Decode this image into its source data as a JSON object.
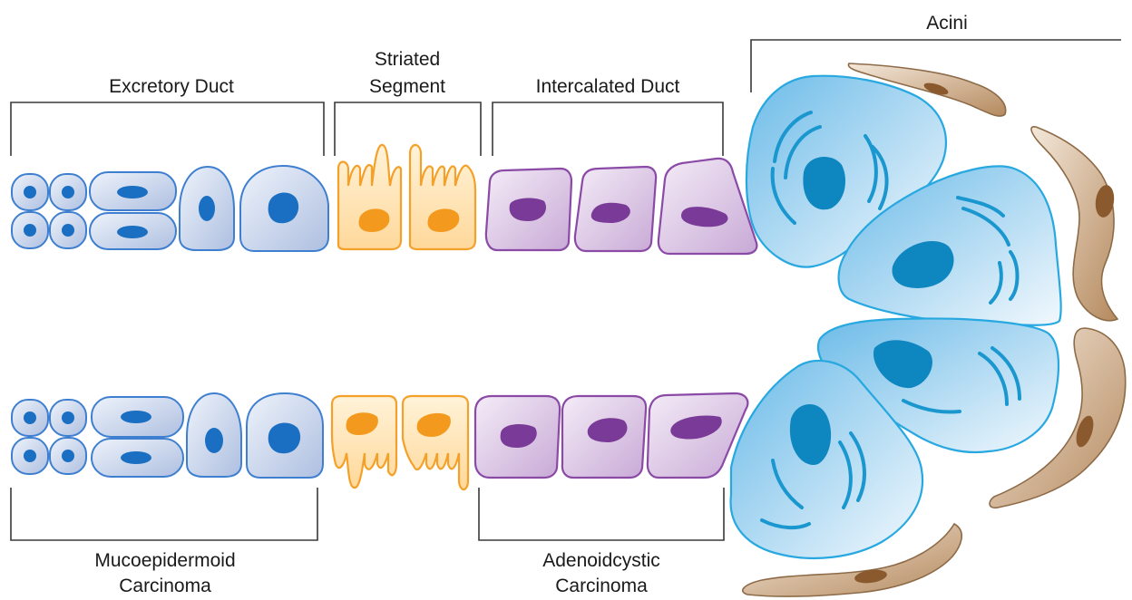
{
  "labels": {
    "excretory_duct": "Excretory Duct",
    "striated_segment_line1": "Striated",
    "striated_segment_line2": "Segment",
    "intercalated_duct": "Intercalated Duct",
    "acini": "Acini",
    "mucoepidermoid_line1": "Mucoepidermoid",
    "mucoepidermoid_line2": "Carcinoma",
    "adenoidcystic_line1": "Adenoidcystic",
    "adenoidcystic_line2": "Carcinoma"
  },
  "colors": {
    "duct_cell_fill": "#c9d6ec",
    "duct_cell_stroke": "#3f7fd0",
    "duct_nucleus": "#1b6fc2",
    "striated_fill": "#ffe7b8",
    "striated_stroke": "#f5a028",
    "striated_nucleus": "#f39a1e",
    "intercalated_fill": "#e2d1e9",
    "intercalated_stroke": "#8a4aa6",
    "intercalated_nucleus": "#7a3a97",
    "acinar_fill": "#b7d8f2",
    "acinar_stroke": "#27a8e0",
    "acinar_nucleus": "#0e86bf",
    "myoepithelial_fill": "#c9a27a",
    "myoepithelial_stroke": "#8d6b48",
    "myoepithelial_nucleus": "#8a5a2e",
    "bracket": "#3a3a3a"
  }
}
